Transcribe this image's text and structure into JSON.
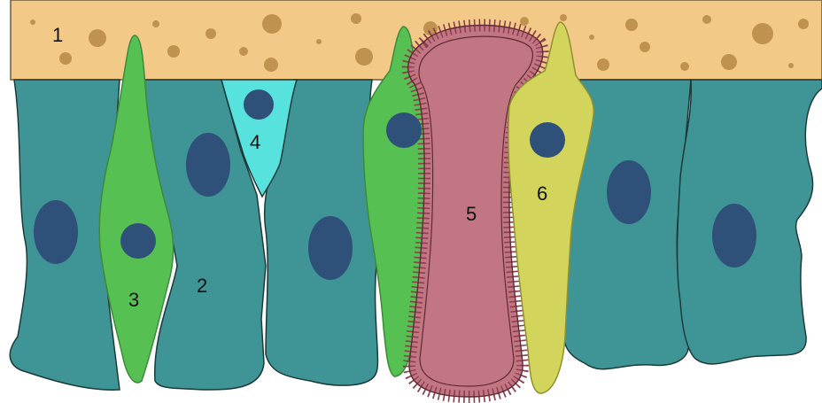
{
  "diagram": {
    "labels": {
      "l1": "1",
      "l2": "2",
      "l3": "3",
      "l4": "4",
      "l5": "5",
      "l6": "6"
    },
    "colors": {
      "matrix": "#f3c987",
      "matrix_dots": "#c0924f",
      "teal_cell": "#3f9595",
      "teal_outline": "#1b3a3a",
      "green_cell": "#56c053",
      "cyan_cell": "#58e2dd",
      "pink_cell": "#c27683",
      "pink_border": "#8c3f4c",
      "yellow_cell": "#d2d45c",
      "nucleus": "#2f5079"
    }
  }
}
